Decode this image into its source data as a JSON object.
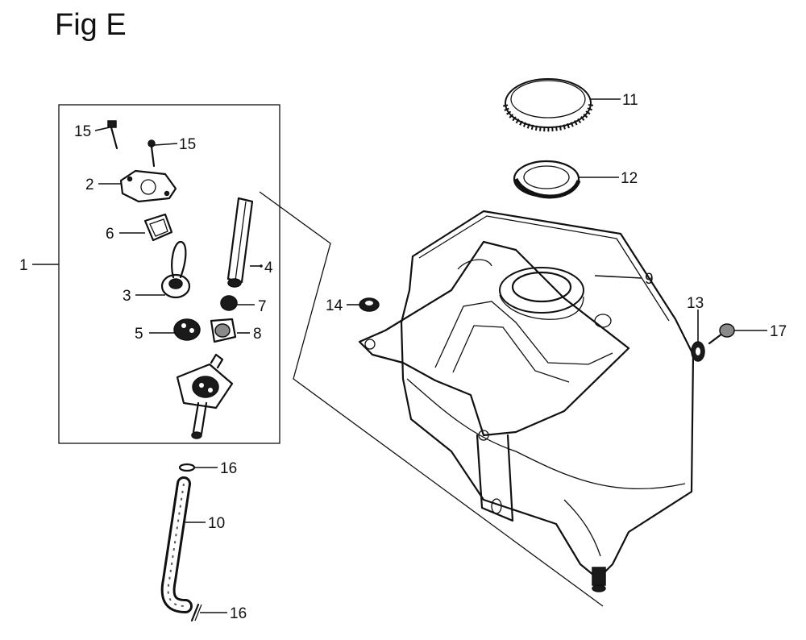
{
  "title": "Fig E",
  "callouts": {
    "c1": "1",
    "c2": "2",
    "c3": "3",
    "c4": "4",
    "c5": "5",
    "c6": "6",
    "c7": "7",
    "c8": "8",
    "c9": "9",
    "c10": "10",
    "c11": "11",
    "c12": "12",
    "c13": "13",
    "c14": "14",
    "c15a": "15",
    "c15b": "15",
    "c16a": "16",
    "c16b": "16",
    "c17": "17"
  }
}
